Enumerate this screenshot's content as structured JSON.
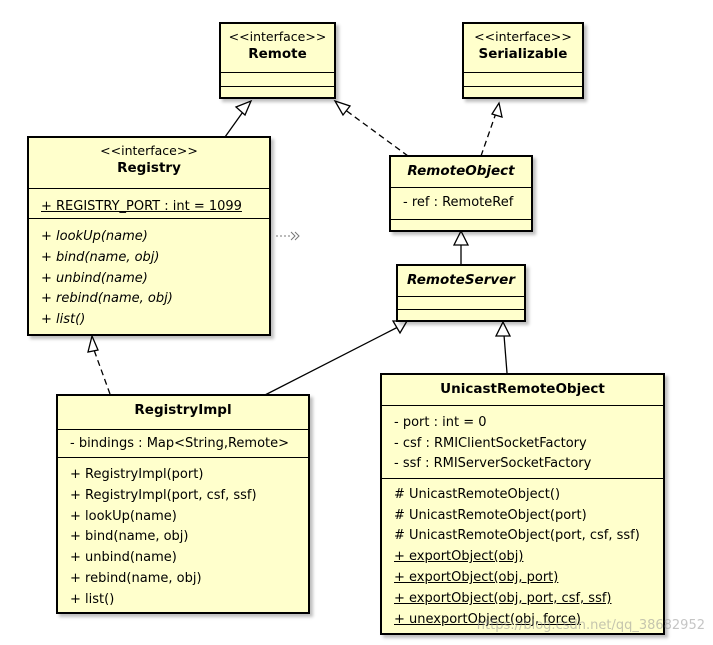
{
  "remote": {
    "stereotype": "<<interface>>",
    "name": "Remote"
  },
  "serializable": {
    "stereotype": "<<interface>>",
    "name": "Serializable"
  },
  "registry": {
    "stereotype": "<<interface>>",
    "name": "Registry",
    "fields": [
      "+ REGISTRY_PORT : int = 1099"
    ],
    "methods": [
      "+ lookUp(name)",
      "+ bind(name, obj)",
      "+ unbind(name)",
      "+ rebind(name, obj)",
      "+ list()"
    ]
  },
  "remote_object": {
    "name": "RemoteObject",
    "fields": [
      "- ref : RemoteRef"
    ]
  },
  "remote_server": {
    "name": "RemoteServer"
  },
  "registry_impl": {
    "name": "RegistryImpl",
    "fields": [
      "- bindings : Map<String,Remote>"
    ],
    "methods": [
      "+ RegistryImpl(port)",
      "+ RegistryImpl(port, csf, ssf)",
      "+ lookUp(name)",
      "+ bind(name, obj)",
      "+ unbind(name)",
      "+ rebind(name, obj)",
      "+ list()"
    ]
  },
  "unicast_remote_object": {
    "name": "UnicastRemoteObject",
    "fields": [
      "- port : int = 0",
      "- csf : RMIClientSocketFactory",
      "- ssf : RMIServerSocketFactory"
    ],
    "methods": [
      "# UnicastRemoteObject()",
      "# UnicastRemoteObject(port)",
      "# UnicastRemoteObject(port, csf, ssf)",
      "+ exportObject(obj)",
      "+ exportObject(obj, port)",
      "+ exportObject(obj, port, csf, ssf)",
      "+ unexportObject(obj, force)"
    ]
  },
  "watermark": "https://blog.csdn.net/qq_38682952"
}
